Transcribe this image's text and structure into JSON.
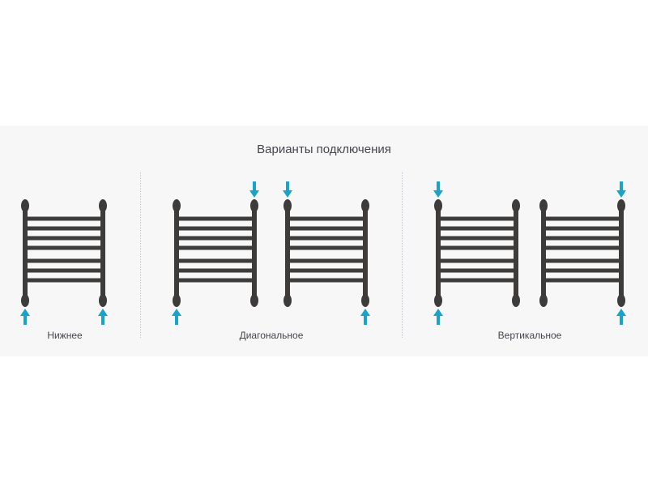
{
  "title": "Варианты подключения",
  "groups": [
    {
      "label": "Нижнее"
    },
    {
      "label": "Диагональное"
    },
    {
      "label": "Вертикальное"
    }
  ],
  "colors": {
    "rail": "#3e3b3b",
    "arrow": "#1aa3c9",
    "background_band": "#f7f7f8",
    "text": "#45464d"
  },
  "icons": [
    "arrow-up-icon",
    "arrow-down-icon"
  ]
}
